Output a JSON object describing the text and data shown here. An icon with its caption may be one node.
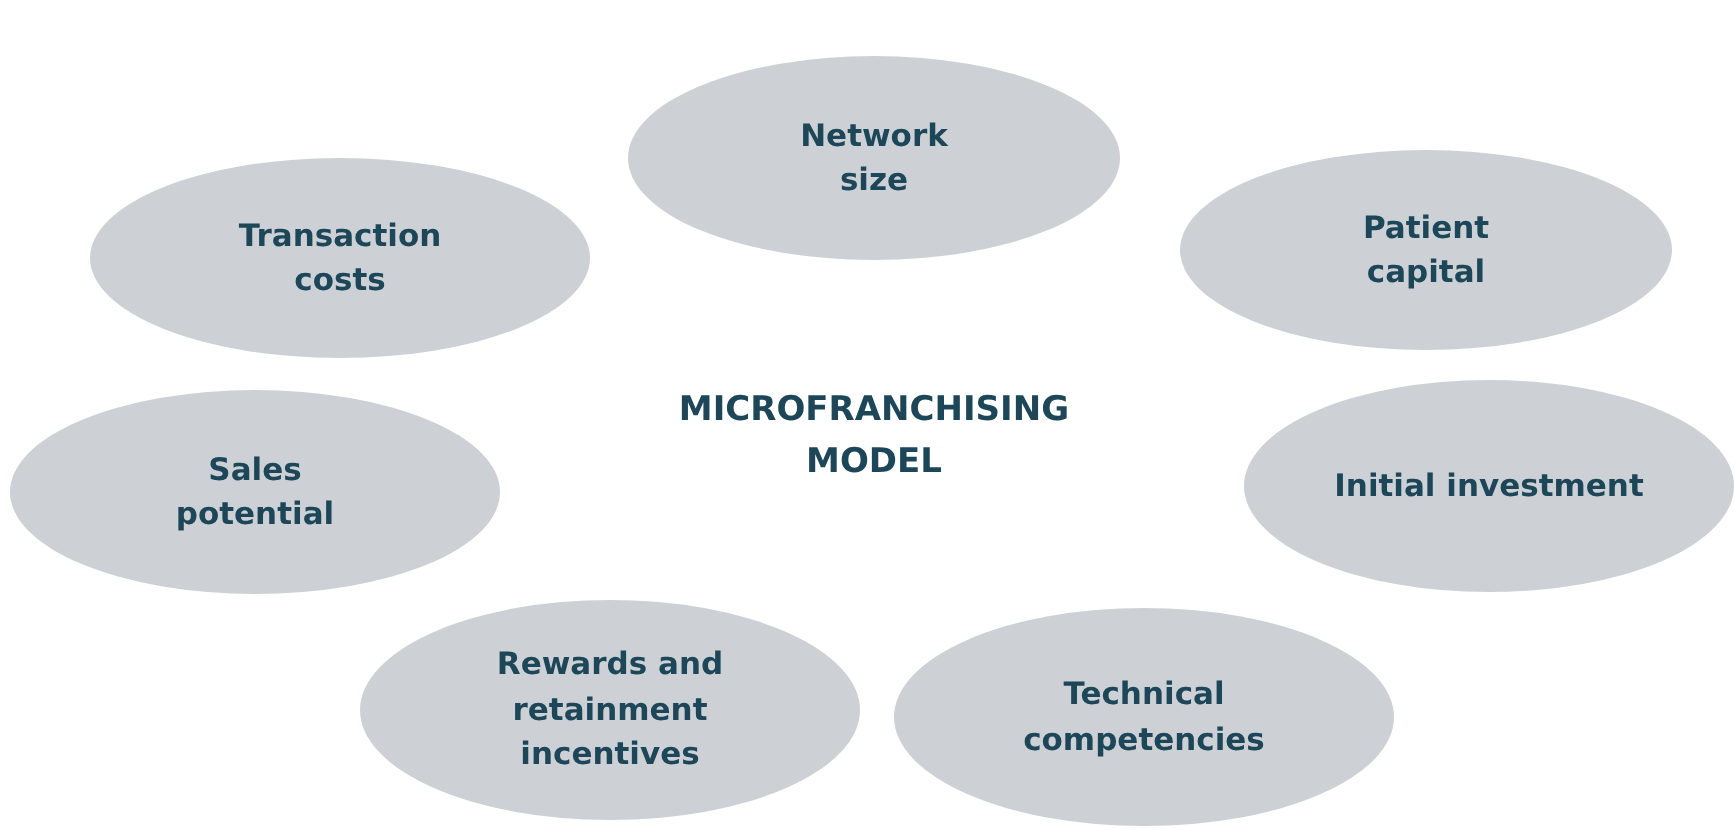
{
  "diagram": {
    "nodes": [
      {
        "text": [
          "Network size"
        ]
      },
      {
        "text": [
          "Transaction costs"
        ]
      },
      {
        "text": [
          "Patient capital"
        ]
      },
      {
        "text": [
          "Sales potential"
        ]
      },
      {
        "text": [
          "Initial investment"
        ]
      },
      {
        "text": [
          "Rewards and retainment incentives"
        ]
      },
      {
        "text": [
          "Technical competencies"
        ]
      }
    ],
    "labels": [
      "MICROFRANCHISING MODEL"
    ]
  }
}
